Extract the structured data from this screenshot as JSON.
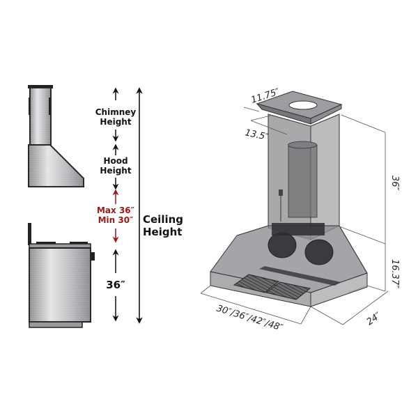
{
  "side_view": {
    "labels": {
      "chimney_line1": "Chimney",
      "chimney_line2": "Height",
      "hood_line1": "Hood",
      "hood_line2": "Height",
      "gap_max": "Max 36″",
      "gap_min": "Min 30″",
      "counter": "36″",
      "ceiling_line1": "Ceiling",
      "ceiling_line2": "Height"
    },
    "colors": {
      "text": "#111111",
      "gap_accent": "#9c1717"
    }
  },
  "iso_view": {
    "dimensions": {
      "chimney_top_depth": "11.75″",
      "chimney_width": "13.5″",
      "chimney_height": "36″",
      "hood_height": "16.37″",
      "hood_widths": "30″/36″/42″/48″",
      "hood_depth": "24″"
    }
  }
}
